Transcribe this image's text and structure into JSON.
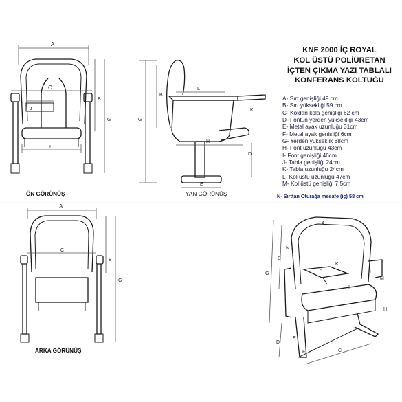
{
  "title_lines": [
    "KNF 2000 İÇ ROYAL",
    "KOL ÜSTÜ POLİÜRETAN",
    "İÇTEN ÇIKMA YAZI TABLALI",
    "KONFERANS KOLTUĞU"
  ],
  "specs": [
    "A- Sırt genişliği 49 cm",
    "B- Sırt yüksekliği 59 cm",
    "C- Koldan kola genişliği 62 cm",
    "D- Fontun yerden yüksekliği 43cm",
    "E- Metal ayak uzunluğu 31cm",
    "F- Metal ayak genişliği 6cm",
    "G- Yerden yükseklik 88cm",
    "H- Font uzunluğu 43cm",
    "I- Font genişliği 46cm",
    "J- Tabla genişliği 24cm",
    "K- Tabla uzunluğu 24cm",
    "L- Kol üstü uzunluğu 47cm",
    "M- Kol üstü genişliği 7.5cm"
  ],
  "spec_last": "N- Sırttan Oturağa mesafe (iç)  58 cm",
  "views": {
    "front": "ÖN GÖRÜNÜŞ",
    "side": "YAN GÖRÜNÜŞ",
    "back": "ARKA GÖRÜNÜŞ"
  },
  "dim_letters": {
    "a": "A",
    "b": "B",
    "c": "C",
    "d": "D",
    "e": "E",
    "f": "F",
    "g": "G",
    "h": "H",
    "i": "I",
    "j": "J",
    "k": "K",
    "l": "L",
    "m": "M",
    "n": "N"
  }
}
